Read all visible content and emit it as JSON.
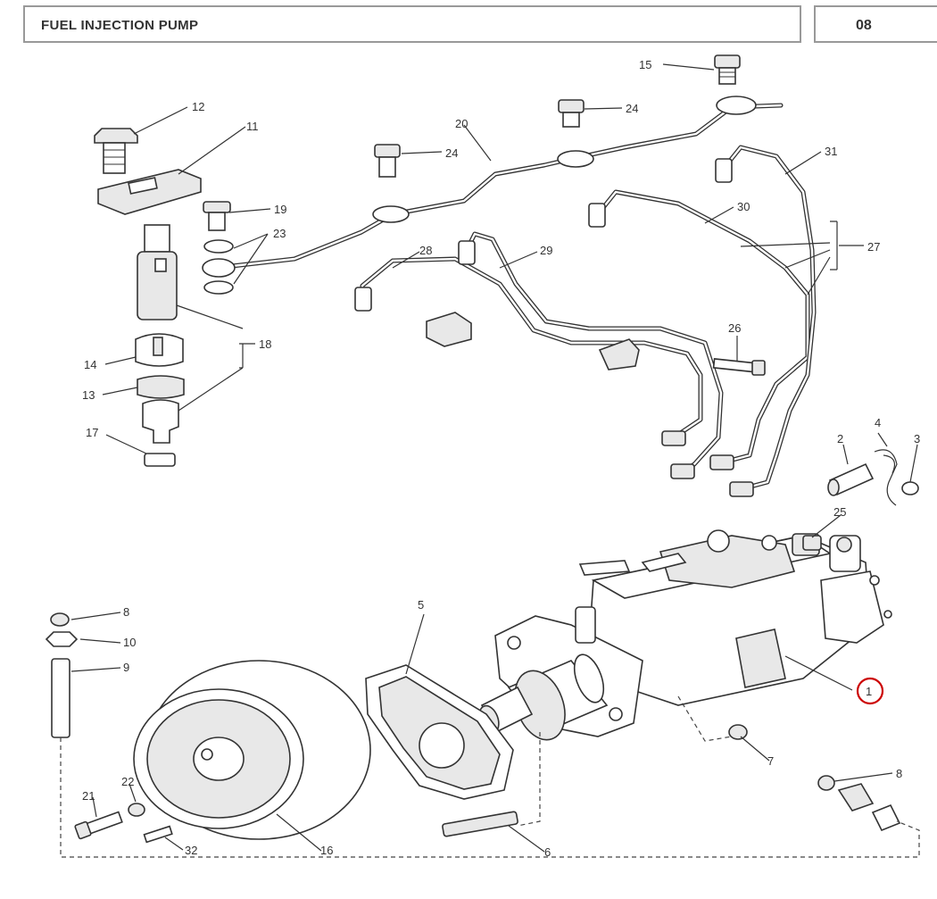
{
  "header": {
    "title": "FUEL INJECTION PUMP",
    "page": "08"
  },
  "highlight": {
    "label": "1",
    "color": "#cc0000"
  },
  "callouts": [
    {
      "id": "c15",
      "label": "15"
    },
    {
      "id": "c12",
      "label": "12"
    },
    {
      "id": "c11",
      "label": "11"
    },
    {
      "id": "c20",
      "label": "20"
    },
    {
      "id": "c24a",
      "label": "24"
    },
    {
      "id": "c24b",
      "label": "24"
    },
    {
      "id": "c31",
      "label": "31"
    },
    {
      "id": "c19",
      "label": "19"
    },
    {
      "id": "c23",
      "label": "23"
    },
    {
      "id": "c30",
      "label": "30"
    },
    {
      "id": "c27",
      "label": "27"
    },
    {
      "id": "c28",
      "label": "28"
    },
    {
      "id": "c29",
      "label": "29"
    },
    {
      "id": "c18",
      "label": "18"
    },
    {
      "id": "c14",
      "label": "14"
    },
    {
      "id": "c13",
      "label": "13"
    },
    {
      "id": "c26",
      "label": "26"
    },
    {
      "id": "c17",
      "label": "17"
    },
    {
      "id": "c4",
      "label": "4"
    },
    {
      "id": "c2",
      "label": "2"
    },
    {
      "id": "c3",
      "label": "3"
    },
    {
      "id": "c25",
      "label": "25"
    },
    {
      "id": "c8a",
      "label": "8"
    },
    {
      "id": "c10",
      "label": "10"
    },
    {
      "id": "c5",
      "label": "5"
    },
    {
      "id": "c9",
      "label": "9"
    },
    {
      "id": "c7",
      "label": "7"
    },
    {
      "id": "c8b",
      "label": "8"
    },
    {
      "id": "c21",
      "label": "21"
    },
    {
      "id": "c22",
      "label": "22"
    },
    {
      "id": "c32",
      "label": "32"
    },
    {
      "id": "c16",
      "label": "16"
    },
    {
      "id": "c6",
      "label": "6"
    }
  ]
}
